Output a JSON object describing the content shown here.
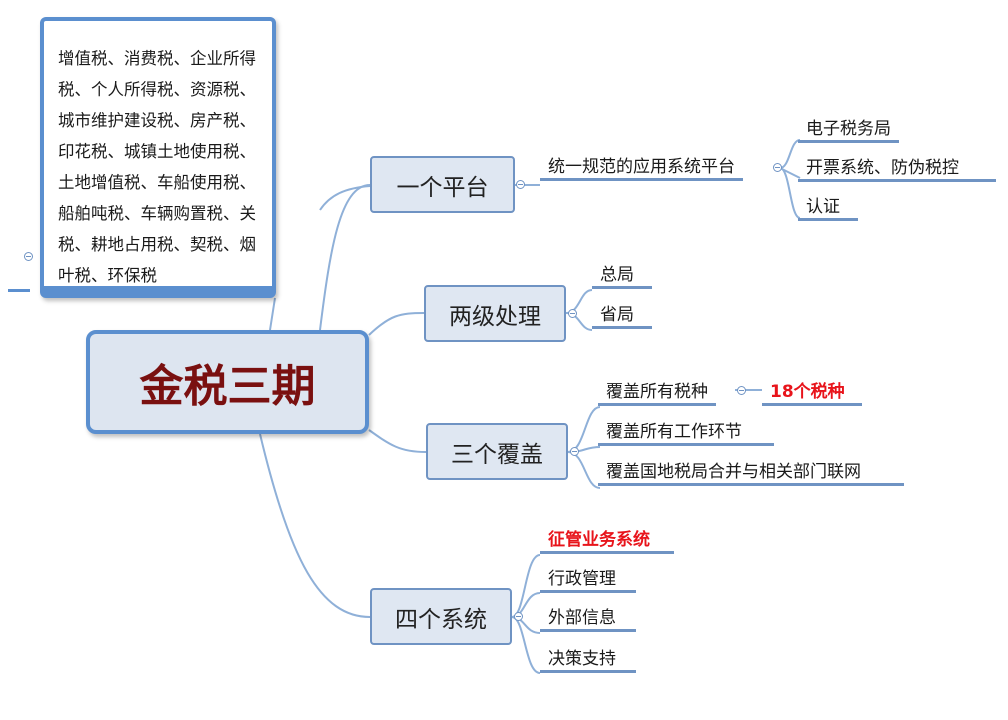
{
  "root": {
    "label": "金税三期"
  },
  "note": {
    "text": "增值税、消费税、企业所得税、个人所得税、资源税、城市维护建设税、房产税、印花税、城镇土地使用税、土地增值税、车船使用税、船舶吨税、车辆购置税、关税、耕地占用税、契税、烟叶税、环保税"
  },
  "branches": [
    {
      "label": "一个平台",
      "sub": {
        "label": "统一规范的应用系统平台"
      },
      "children": [
        "电子税务局",
        "开票系统、防伪税控",
        "认证"
      ]
    },
    {
      "label": "两级处理",
      "children": [
        "总局",
        "省局"
      ]
    },
    {
      "label": "三个覆盖",
      "children": [
        "覆盖所有税种",
        "覆盖所有工作环节",
        "覆盖国地税局合并与相关部门联网"
      ],
      "child0_detail": "18个税种"
    },
    {
      "label": "四个系统",
      "children": [
        "征管业务系统",
        "行政管理",
        "外部信息",
        "决策支持"
      ]
    }
  ],
  "colors": {
    "link": "#6f93c3",
    "root_text": "#7a1010",
    "highlight": "#e8141b"
  }
}
